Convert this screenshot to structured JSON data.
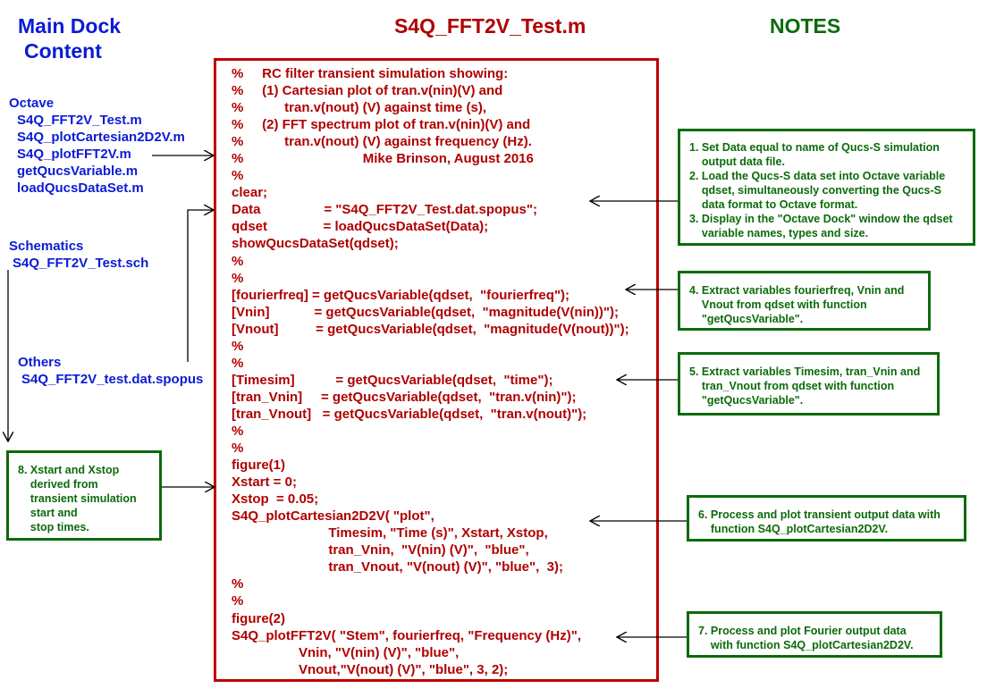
{
  "headings": {
    "left": [
      "Main Dock",
      "Content"
    ],
    "center": "S4Q_FFT2V_Test.m",
    "right": "NOTES"
  },
  "dock": {
    "octave_label": "Octave",
    "octave_files": [
      "S4Q_FFT2V_Test.m",
      "S4Q_plotCartesian2D2V.m",
      "S4Q_plotFFT2V.m",
      "getQucsVariable.m",
      "loadQucsDataSet.m"
    ],
    "schematics_label": "Schematics",
    "schematics_file": "S4Q_FFT2V_Test.sch",
    "others_label": "Others",
    "others_file": "S4Q_FFT2V_test.dat.spopus"
  },
  "code_lines": [
    "%     RC filter transient simulation showing:",
    "%     (1) Cartesian plot of tran.v(nin)(V) and",
    "%           tran.v(nout) (V) against time (s),",
    "%     (2) FFT spectrum plot of tran.v(nin)(V) and",
    "%           tran.v(nout) (V) against frequency (Hz).",
    "%                                Mike Brinson, August 2016",
    "%",
    "clear;",
    "Data                 = \"S4Q_FFT2V_Test.dat.spopus\";",
    "qdset               = loadQucsDataSet(Data);",
    "showQucsDataSet(qdset);",
    "%",
    "%",
    "[fourierfreq] = getQucsVariable(qdset,  \"fourierfreq\");",
    "[Vnin]            = getQucsVariable(qdset,  \"magnitude(V(nin))\");",
    "[Vnout]          = getQucsVariable(qdset,  \"magnitude(V(nout))\");",
    "%",
    "%",
    "[Timesim]           = getQucsVariable(qdset,  \"time\");",
    "[tran_Vnin]     = getQucsVariable(qdset,  \"tran.v(nin)\");",
    "[tran_Vnout]   = getQucsVariable(qdset,  \"tran.v(nout)\");",
    "%",
    "%",
    "figure(1)",
    "Xstart = 0;",
    "Xstop  = 0.05;",
    "S4Q_plotCartesian2D2V( \"plot\",",
    "                          Timesim, \"Time (s)\", Xstart, Xstop,",
    "                          tran_Vnin,  \"V(nin) (V)\",  \"blue\",",
    "                          tran_Vnout, \"V(nout) (V)\", \"blue\",  3);",
    "%",
    "%",
    "figure(2)",
    "S4Q_plotFFT2V( \"Stem\", fourierfreq, \"Frequency (Hz)\",",
    "                  Vnin, \"V(nin) (V)\", \"blue\",",
    "                  Vnout,\"V(nout) (V)\", \"blue\", 3, 2);"
  ],
  "notes": {
    "n123": [
      "1. Set Data equal to name of Qucs-S simulation",
      "    output data file.",
      "2. Load the Qucs-S data set into Octave variable",
      "    qdset, simultaneously converting the Qucs-S",
      "    data format to Octave format.",
      "3. Display in the \"Octave Dock\" window the qdset",
      "    variable names, types and size."
    ],
    "n4": [
      "4. Extract variables fourierfreq, Vnin and",
      "    Vnout from qdset with function",
      "    \"getQucsVariable\"."
    ],
    "n5": [
      "5. Extract variables Timesim, tran_Vnin and",
      "    tran_Vnout from qdset with function",
      "    \"getQucsVariable\"."
    ],
    "n6": [
      "6. Process and plot transient output data with",
      "    function S4Q_plotCartesian2D2V."
    ],
    "n7": [
      "7. Process and plot Fourier output data",
      "    with function S4Q_plotCartesian2D2V."
    ],
    "n8": [
      "8. Xstart and Xstop",
      "    derived from",
      "    transient simulation",
      "    start and",
      "    stop times."
    ]
  },
  "colors": {
    "heading_left": "#0a1bd6",
    "heading_center": "#b00000",
    "heading_right": "#0b6b0b",
    "code": "#b00000",
    "notes": "#0b6b0b",
    "arrows": "#000000"
  }
}
